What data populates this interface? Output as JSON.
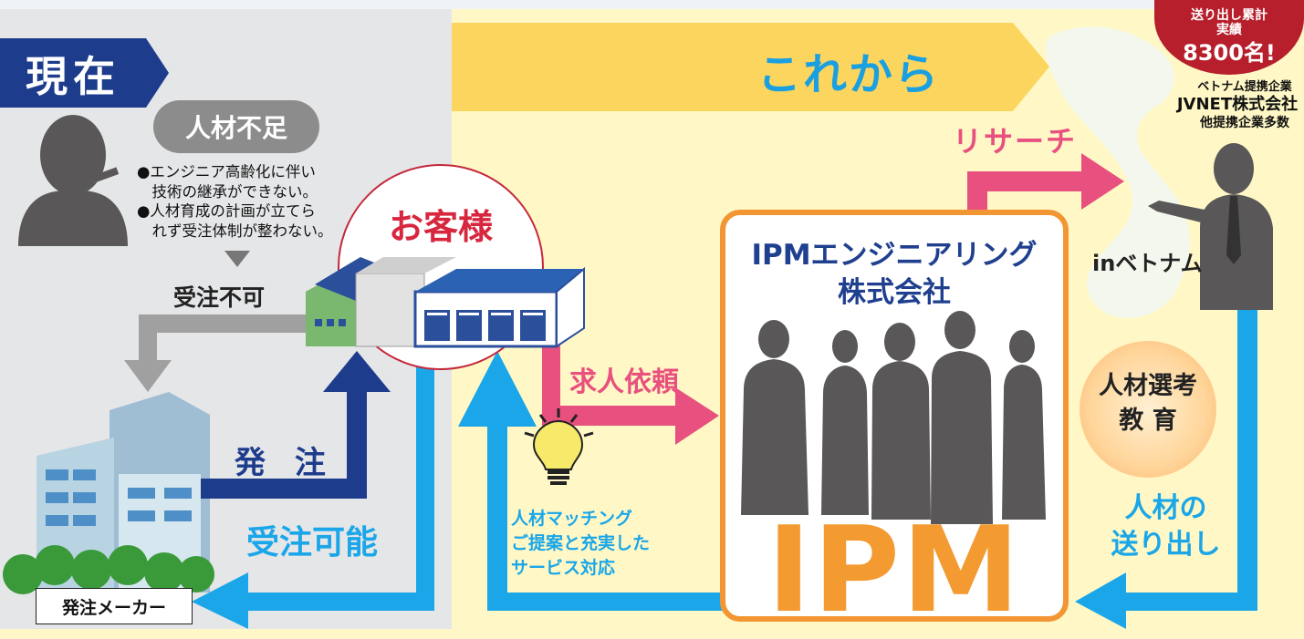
{
  "left_section": {
    "heading": "現在",
    "shortage_label": "人材不足",
    "bullets": [
      "●エンジニア高齢化に伴い",
      "　技術の継承ができない。",
      "●人材育成の計画が立てら",
      "　れず受注体制が整わない。"
    ],
    "cannot_accept": "受注不可",
    "order": "発 注",
    "can_accept": "受注可能",
    "maker_label": "発注メーカー"
  },
  "center": {
    "customer_label": "お客様",
    "job_request": "求人依頼",
    "matching_lines": [
      "人材マッチング",
      "ご提案と充実した",
      "サービス対応"
    ]
  },
  "right_section": {
    "heading": "これから",
    "ipm_title_line1": "IPMエンジニアリング",
    "ipm_title_line2": "株式会社",
    "ipm_logo": "IPM",
    "research": "リサーチ",
    "in_vietnam": "inベトナム",
    "selection_line1": "人材選考",
    "selection_line2": "教 育",
    "sendout_line1": "人材の",
    "sendout_line2": "送り出し",
    "badge_line1": "送り出し累計",
    "badge_line2": "実績",
    "badge_line3": "8300名!",
    "partner_line1": "ベトナム提携企業",
    "partner_line2": "JVNET株式会社",
    "partner_line3": "他提携企業多数"
  },
  "colors": {
    "navy": "#1e3c8c",
    "sky": "#1aa6e8",
    "pink": "#e8517f",
    "orange": "#f19633",
    "red": "#d7263d",
    "gray": "#8c8c8c"
  }
}
